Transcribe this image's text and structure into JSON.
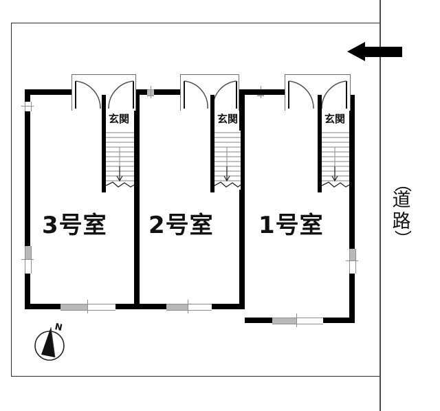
{
  "plan": {
    "title_kind": "apartment-floor-plan",
    "road_label": {
      "open_paren": "（",
      "text": "道路",
      "close_paren": "）",
      "full": "（道路）"
    },
    "compass": {
      "north_letter": "N"
    },
    "entry_arrow": {
      "name": "entry-direction-arrow",
      "direction": "left"
    },
    "units": [
      {
        "id": "unit-3",
        "label": "3号室",
        "entrance_label": "玄関"
      },
      {
        "id": "unit-2",
        "label": "2号室",
        "entrance_label": "玄関"
      },
      {
        "id": "unit-1",
        "label": "1号室",
        "entrance_label": "玄関"
      }
    ],
    "colors": {
      "wall": "#000000",
      "thin_line": "#6d6d6d",
      "site_border": "#2b2b2b",
      "window_fill": "#b9b9b9",
      "background": "#ffffff"
    }
  }
}
